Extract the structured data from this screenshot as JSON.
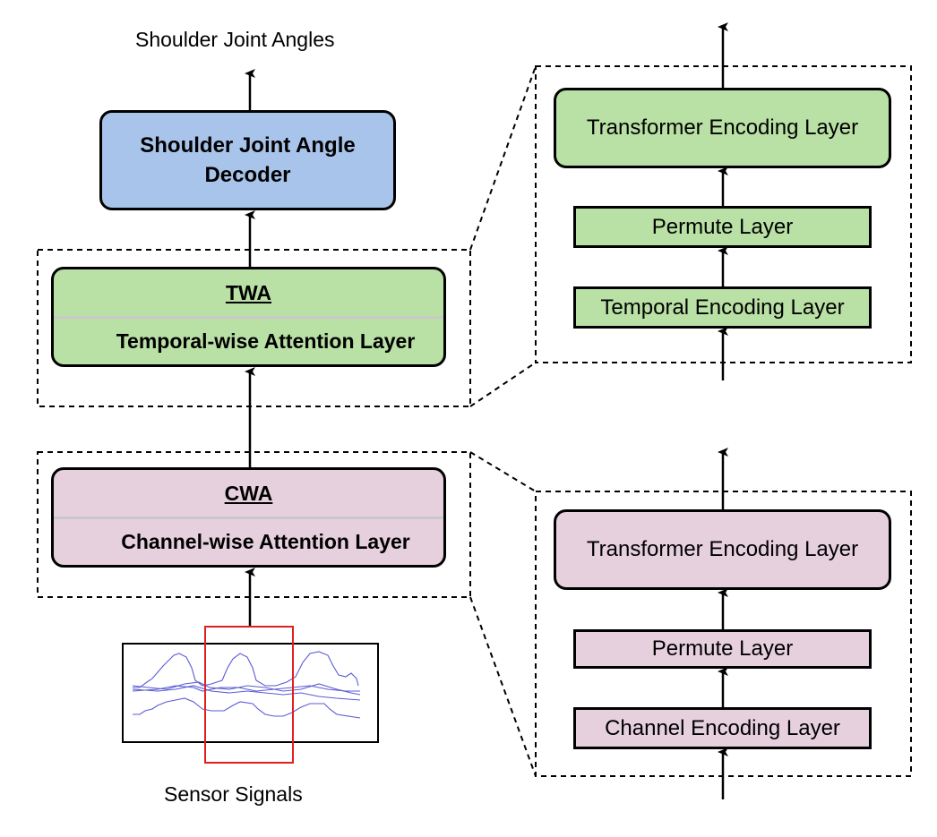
{
  "output_label": "Shoulder Joint Angles",
  "decoder": {
    "line1": "Shoulder Joint Angle",
    "line2": "Decoder"
  },
  "twa": {
    "title": "TWA",
    "label": "Temporal-wise Attention Layer"
  },
  "cwa": {
    "title": "CWA",
    "label": "Channel-wise Attention Layer"
  },
  "input_label": "Sensor Signals",
  "twa_detail": {
    "transformer": "Transformer Encoding Layer",
    "permute": "Permute Layer",
    "encoding": "Temporal Encoding Layer"
  },
  "cwa_detail": {
    "transformer": "Transformer Encoding Layer",
    "permute": "Permute Layer",
    "encoding": "Channel Encoding Layer"
  },
  "colors": {
    "decoder_fill": "#a9c4eb",
    "twa_fill": "#b9e0a5",
    "cwa_fill": "#e6d0de",
    "signal_line": "#5b5bd6",
    "window_outline": "#e02020"
  }
}
